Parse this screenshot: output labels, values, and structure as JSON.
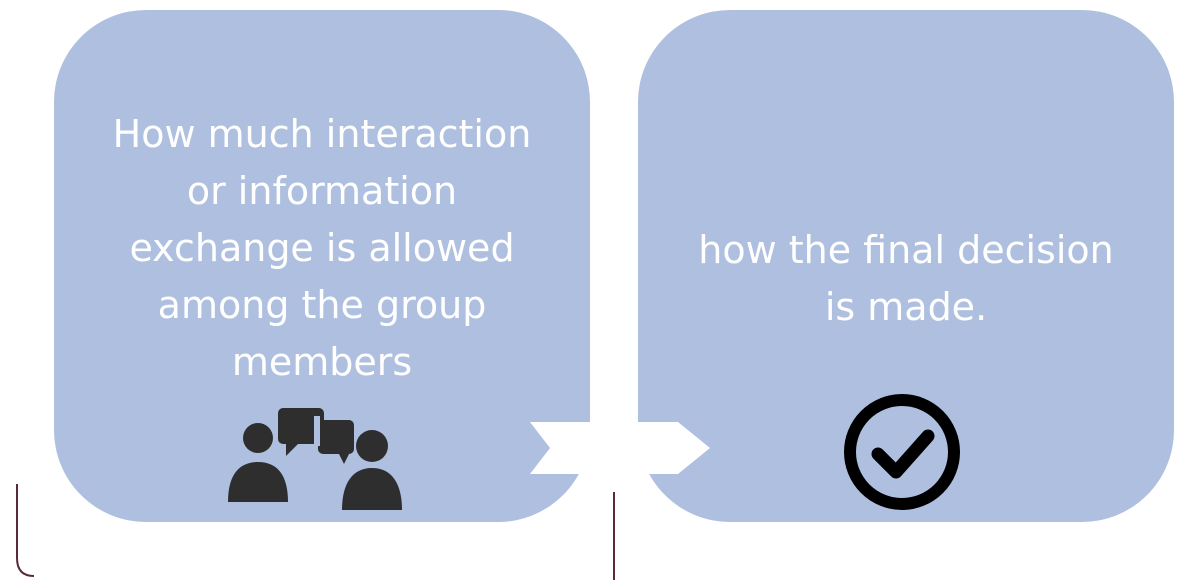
{
  "diagram": {
    "cards": [
      {
        "id": "interaction",
        "text": "How much interaction\nor information\nexchange is allowed\namong the group\nmembers",
        "icon": "group-discussion-icon"
      },
      {
        "id": "decision",
        "text": "how the final decision\nis made.",
        "icon": "checkmark-circle-icon"
      }
    ],
    "colors": {
      "card_fill": "#aebfe0",
      "card_text": "#ffffff",
      "icon": "#2e2e2e",
      "check": "#000000",
      "arrow": "#ffffff",
      "bracket": "#5a2a3a"
    }
  }
}
